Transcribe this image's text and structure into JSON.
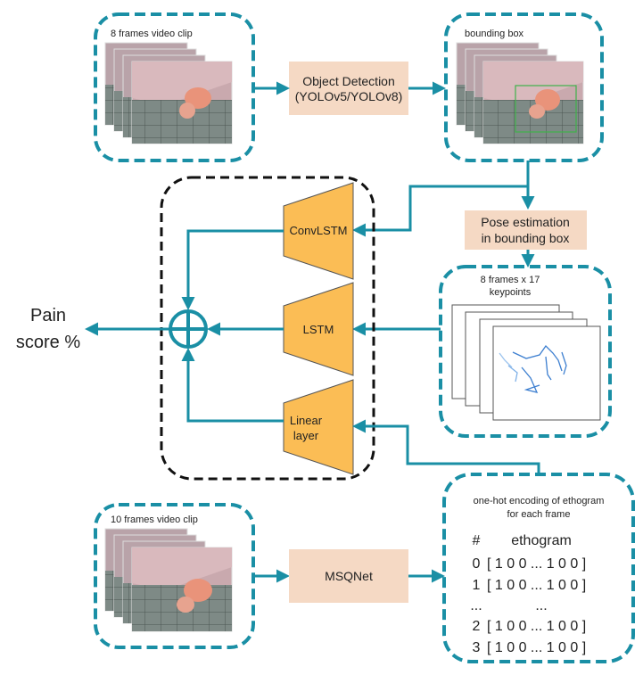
{
  "figure": {
    "top_clip": {
      "caption": "8 frames video clip"
    },
    "bbox_clip": {
      "caption": "bounding box"
    },
    "bottom_clip": {
      "caption": "10 frames video clip"
    },
    "object_detection": {
      "line1": "Object Detection",
      "line2": "(YOLOv5/YOLOv8)"
    },
    "pose_estimation": {
      "line1": "Pose estimation",
      "line2": "in bounding box"
    },
    "msqnet": {
      "label": "MSQNet"
    },
    "keypoints": {
      "line1": "8 frames x 17",
      "line2": "keypoints"
    },
    "ethogram": {
      "title_line1": "one-hot encoding of ethogram",
      "title_line2": "for each frame",
      "header_index": "#",
      "header_label": "ethogram",
      "rows": [
        {
          "index": "0",
          "value": "[ 1 0 0 ... 1 0 0 ]"
        },
        {
          "index": "1",
          "value": "[ 1 0 0 ... 1 0 0 ]"
        },
        {
          "index": "...",
          "value": "..."
        },
        {
          "index": "2",
          "value": "[ 1 0 0 ... 1 0 0 ]"
        },
        {
          "index": "3",
          "value": "[ 1 0 0 ... 1 0 0 ]"
        }
      ]
    },
    "convlstm": {
      "label": "ConvLSTM"
    },
    "lstm": {
      "label": "LSTM"
    },
    "linear": {
      "line1": "Linear",
      "line2": "layer"
    },
    "output": {
      "line1": "Pain",
      "line2": "score %"
    },
    "colors": {
      "arrow": "#1a8fa5",
      "dashed_border": "#1a8fa5",
      "process_box": "#f5d9c4",
      "trapezoid": "#fbbd55",
      "trapezoid_stroke": "#555555"
    }
  }
}
